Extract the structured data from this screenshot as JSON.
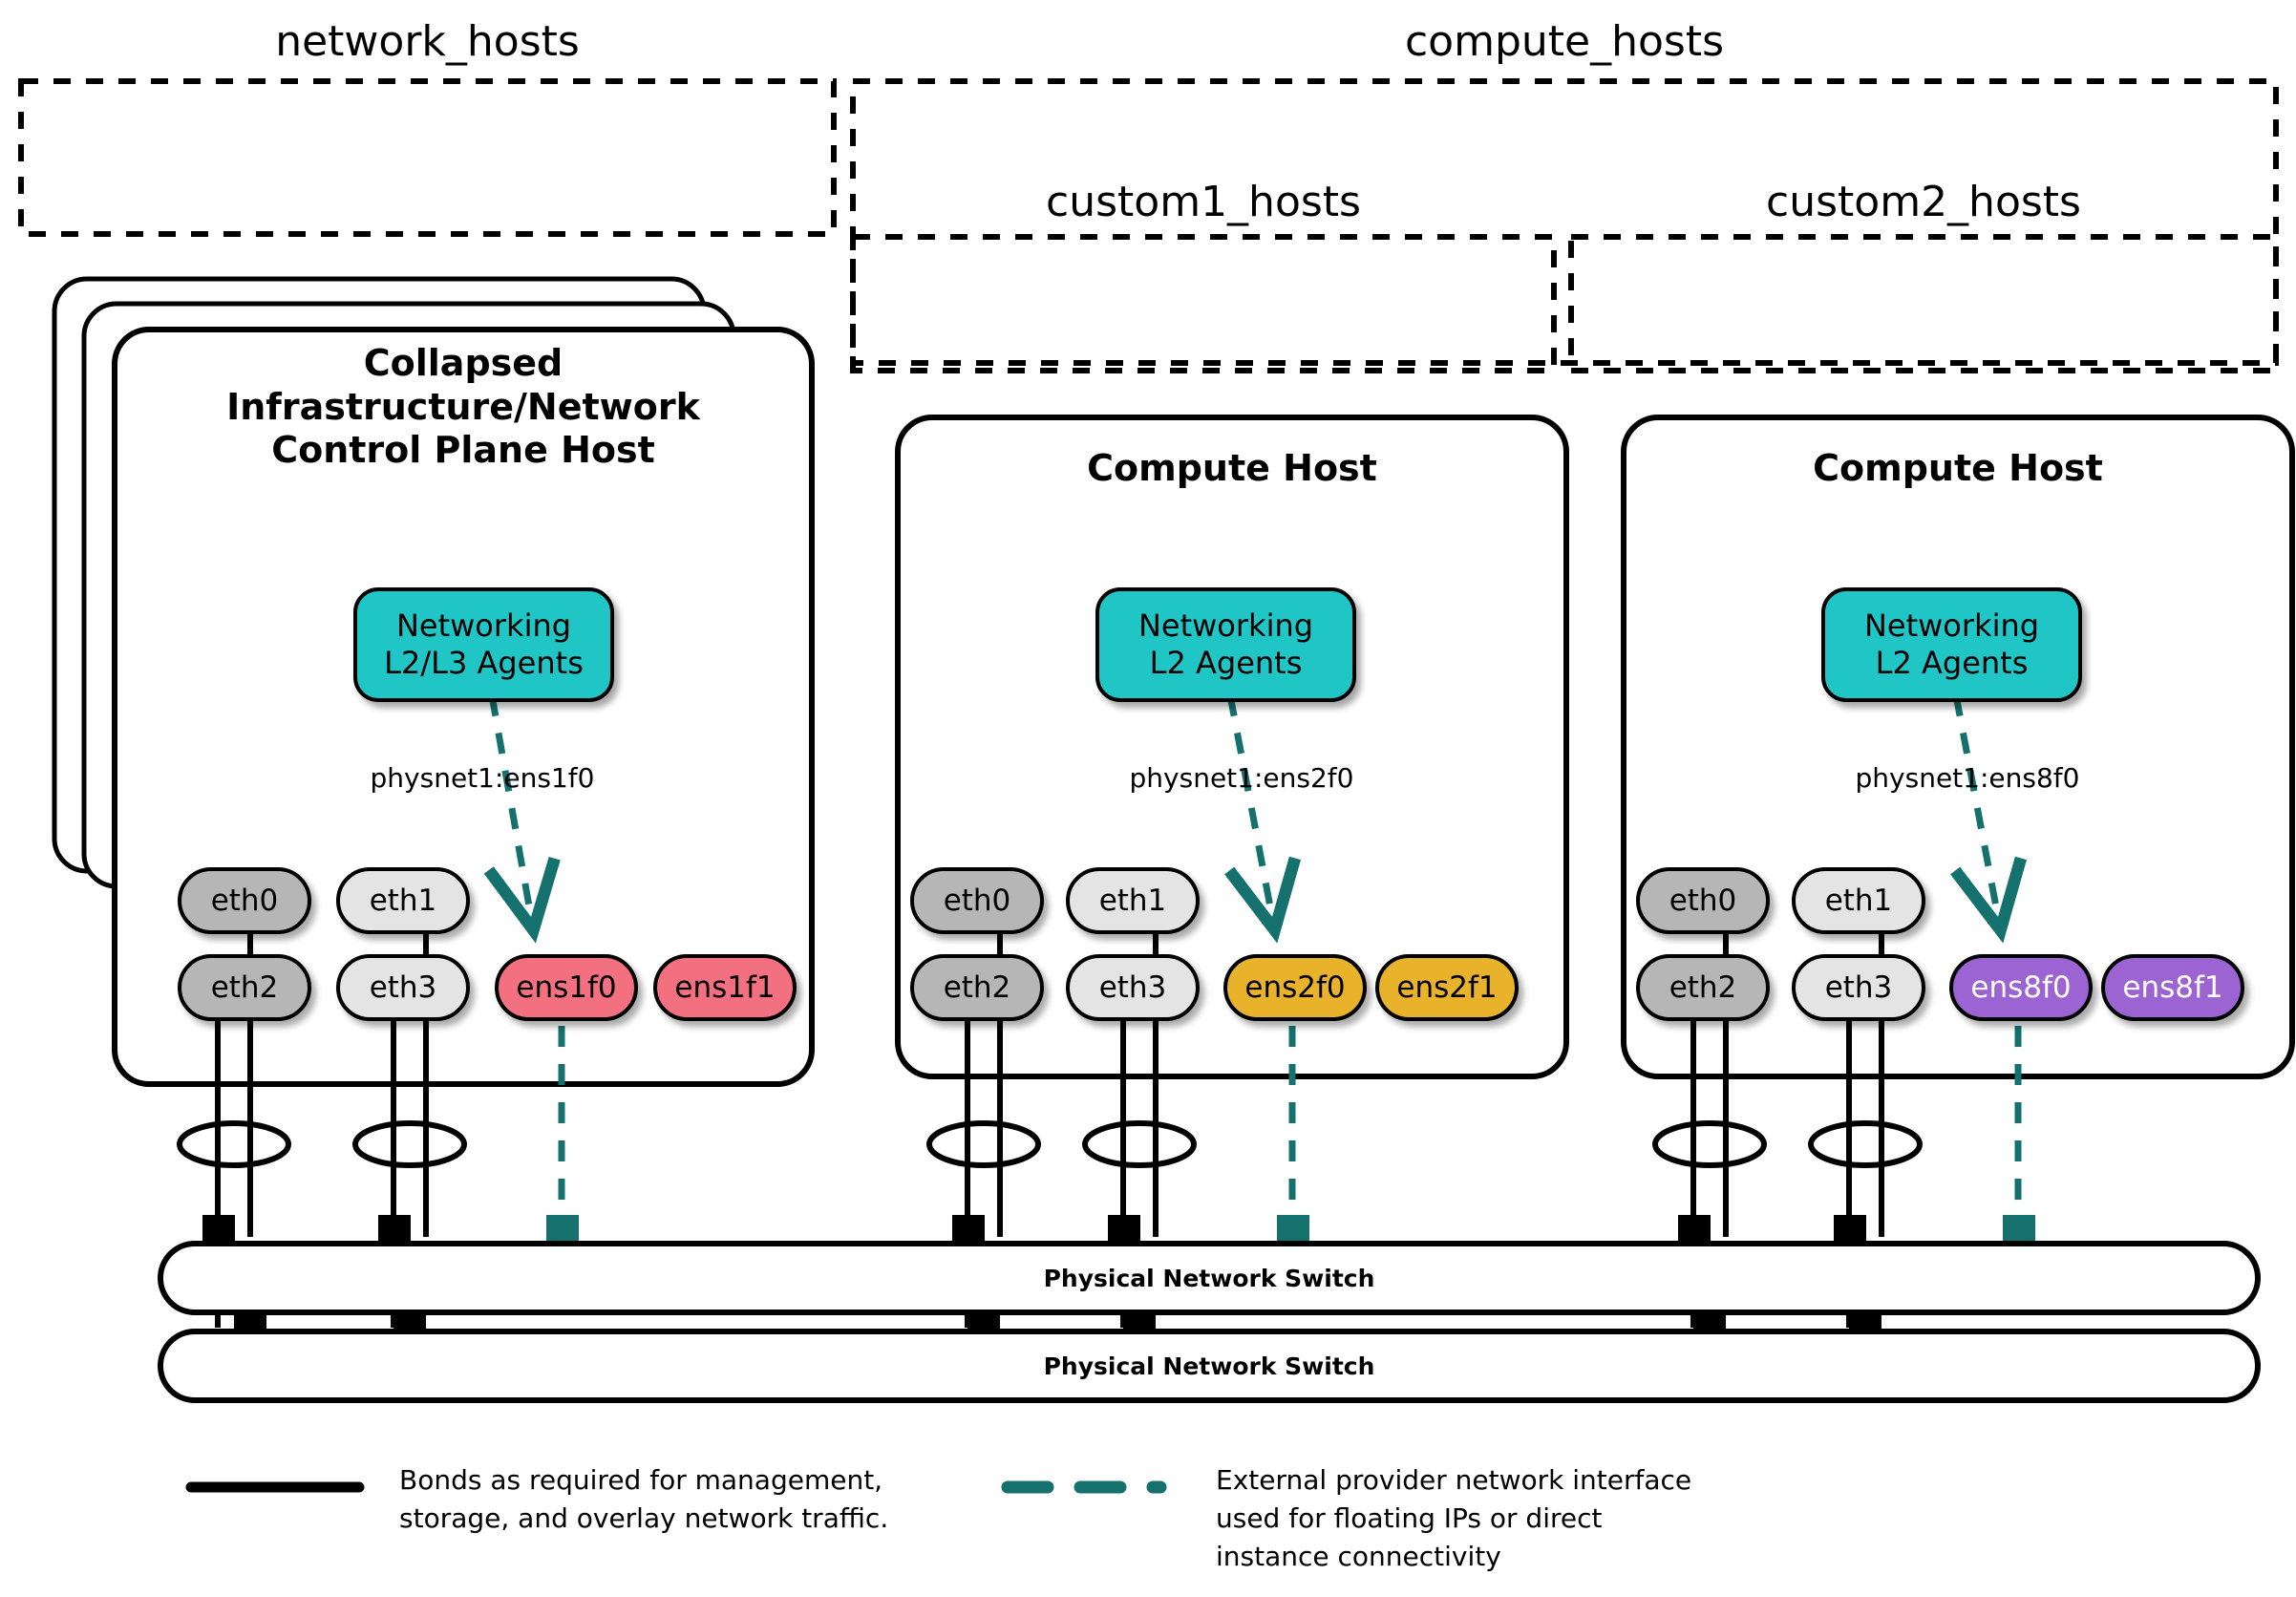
{
  "diagram": {
    "title": "OpenStack network topology with network_hosts and compute_hosts groups",
    "colors": {
      "agent_teal": "#20C6C6",
      "dashed_link": "#14716E",
      "nic_dark_grey": "#B6B6B6",
      "nic_light_grey": "#E4E4E4",
      "nic_pink": "#F2707F",
      "nic_gold": "#E8B22B",
      "nic_purple": "#9B64D2",
      "outline": "#000000",
      "background": "#FFFFFF"
    }
  },
  "groups": [
    {
      "id": "network_hosts",
      "label": "network_hosts"
    },
    {
      "id": "compute_hosts",
      "label": "compute_hosts"
    },
    {
      "id": "custom1_hosts",
      "label": "custom1_hosts"
    },
    {
      "id": "custom2_hosts",
      "label": "custom2_hosts"
    }
  ],
  "hosts": [
    {
      "id": "control-plane-host",
      "title": "Collapsed\nInfrastructure/Network\nControl Plane Host",
      "stacked": true,
      "agent": {
        "label": "Networking\nL2/L3 Agents"
      },
      "physnet_label": "physnet1:ens1f0",
      "nics_top": [
        {
          "name": "eth0",
          "style": "g-dark"
        },
        {
          "name": "eth1",
          "style": "g-light"
        }
      ],
      "nics_bottom": [
        {
          "name": "eth2",
          "style": "g-dark"
        },
        {
          "name": "eth3",
          "style": "g-light"
        },
        {
          "name": "ens1f0",
          "style": "c-pink"
        },
        {
          "name": "ens1f1",
          "style": "c-pink"
        }
      ]
    },
    {
      "id": "compute-host-1",
      "title": "Compute Host",
      "stacked": false,
      "agent": {
        "label": "Networking\nL2 Agents"
      },
      "physnet_label": "physnet1:ens2f0",
      "nics_top": [
        {
          "name": "eth0",
          "style": "g-dark"
        },
        {
          "name": "eth1",
          "style": "g-light"
        }
      ],
      "nics_bottom": [
        {
          "name": "eth2",
          "style": "g-dark"
        },
        {
          "name": "eth3",
          "style": "g-light"
        },
        {
          "name": "ens2f0",
          "style": "c-gold"
        },
        {
          "name": "ens2f1",
          "style": "c-gold"
        }
      ]
    },
    {
      "id": "compute-host-2",
      "title": "Compute Host",
      "stacked": false,
      "agent": {
        "label": "Networking\nL2 Agents"
      },
      "physnet_label": "physnet1:ens8f0",
      "nics_top": [
        {
          "name": "eth0",
          "style": "g-dark"
        },
        {
          "name": "eth1",
          "style": "g-light"
        }
      ],
      "nics_bottom": [
        {
          "name": "eth2",
          "style": "g-dark"
        },
        {
          "name": "eth3",
          "style": "g-light"
        },
        {
          "name": "ens8f0",
          "style": "c-purple"
        },
        {
          "name": "ens8f1",
          "style": "c-purple"
        }
      ]
    }
  ],
  "switches": [
    {
      "id": "switch-top",
      "label": "Physical Network Switch"
    },
    {
      "id": "switch-bottom",
      "label": "Physical Network Switch"
    }
  ],
  "legend": [
    {
      "id": "legend-bonds",
      "style": "solid",
      "color": "#000000",
      "text": "Bonds as required for management,\nstorage, and overlay network traffic."
    },
    {
      "id": "legend-provider",
      "style": "dashed",
      "color": "#14716E",
      "text": "External provider network interface\nused for floating IPs or direct\ninstance connectivity"
    }
  ]
}
